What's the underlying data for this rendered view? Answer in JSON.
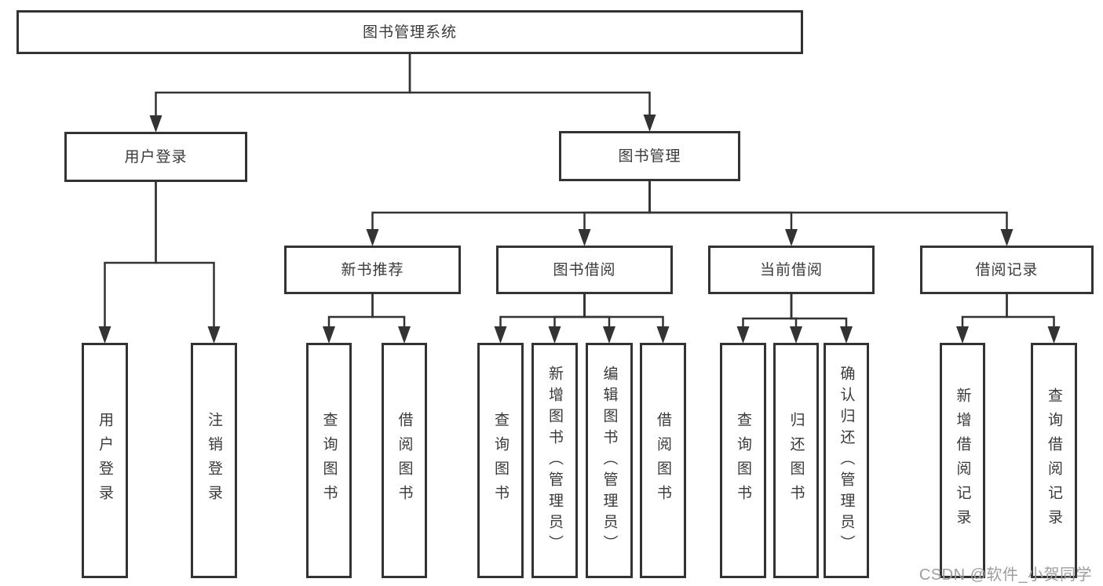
{
  "colors": {
    "background": "#ffffff",
    "line": "#333333",
    "box_border": "#333333",
    "box_fill": "#ffffff",
    "text": "#3a3a3a",
    "watermark": "#9e9e9e"
  },
  "watermark": {
    "text": "CSDN @软件_小贺同学"
  },
  "diagram": {
    "type": "hierarchy-tree",
    "nodes": [
      {
        "id": "system",
        "label": "图书管理系统"
      },
      {
        "id": "user-login",
        "label": "用户登录"
      },
      {
        "id": "book-mgmt",
        "label": "图书管理"
      },
      {
        "id": "new-rec",
        "label": "新书推荐"
      },
      {
        "id": "book-borrow",
        "label": "图书借阅"
      },
      {
        "id": "current-borrow",
        "label": "当前借阅"
      },
      {
        "id": "borrow-records",
        "label": "借阅记录"
      },
      {
        "id": "login",
        "label": "用户登录"
      },
      {
        "id": "logout",
        "label": "注销登录"
      },
      {
        "id": "nr-query",
        "label": "查询图书"
      },
      {
        "id": "nr-borrow",
        "label": "借阅图书"
      },
      {
        "id": "bb-query",
        "label": "查询图书"
      },
      {
        "id": "bb-add",
        "label": "新增图书（管理员）"
      },
      {
        "id": "bb-edit",
        "label": "编辑图书（管理员）"
      },
      {
        "id": "bb-borrow",
        "label": "借阅图书"
      },
      {
        "id": "cb-query",
        "label": "查询图书"
      },
      {
        "id": "cb-return",
        "label": "归还图书"
      },
      {
        "id": "cb-confirm",
        "label": "确认归还（管理员）"
      },
      {
        "id": "br-add",
        "label": "新增借阅记录"
      },
      {
        "id": "br-query",
        "label": "查询借阅记录"
      }
    ],
    "edges": [
      {
        "from": "system",
        "to": [
          "user-login",
          "book-mgmt"
        ]
      },
      {
        "from": "user-login",
        "to": [
          "login",
          "logout"
        ]
      },
      {
        "from": "book-mgmt",
        "to": [
          "new-rec",
          "book-borrow",
          "current-borrow",
          "borrow-records"
        ]
      },
      {
        "from": "new-rec",
        "to": [
          "nr-query",
          "nr-borrow"
        ]
      },
      {
        "from": "book-borrow",
        "to": [
          "bb-query",
          "bb-add",
          "bb-edit",
          "bb-borrow"
        ]
      },
      {
        "from": "current-borrow",
        "to": [
          "cb-query",
          "cb-return",
          "cb-confirm"
        ]
      },
      {
        "from": "borrow-records",
        "to": [
          "br-add",
          "br-query"
        ]
      }
    ]
  }
}
